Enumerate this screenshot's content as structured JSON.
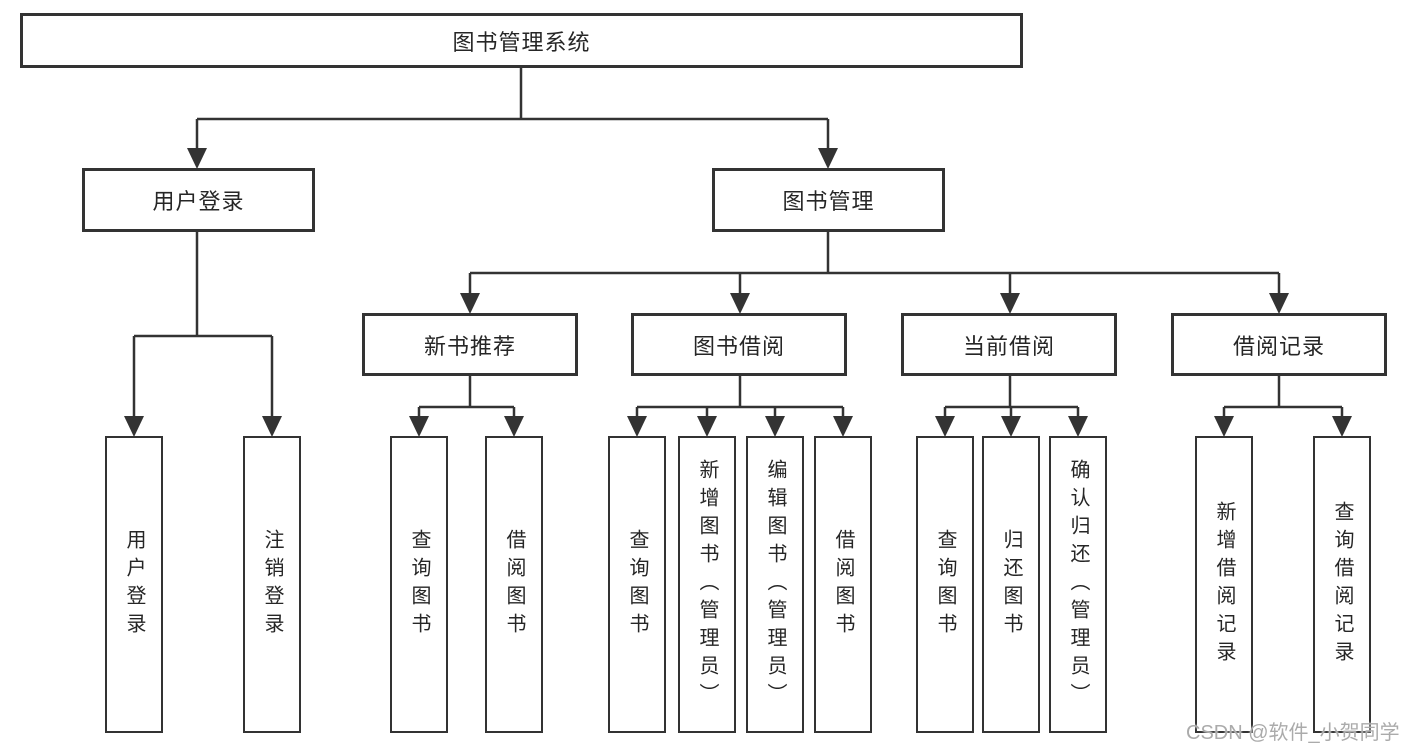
{
  "root": {
    "label": "图书管理系统"
  },
  "branches": [
    {
      "label": "用户登录",
      "children": [
        "用户登录",
        "注销登录"
      ]
    },
    {
      "label": "图书管理",
      "sections": [
        {
          "label": "新书推荐",
          "children": [
            "查询图书",
            "借阅图书"
          ]
        },
        {
          "label": "图书借阅",
          "children": [
            "查询图书",
            "新增图书（管理员）",
            "编辑图书（管理员）",
            "借阅图书"
          ]
        },
        {
          "label": "当前借阅",
          "children": [
            "查询图书",
            "归还图书",
            "确认归还（管理员）"
          ]
        },
        {
          "label": "借阅记录",
          "children": [
            "新增借阅记录",
            "查询借阅记录"
          ]
        }
      ]
    }
  ],
  "watermark": "CSDN @软件_小贺同学",
  "colors": {
    "line": "#333333",
    "border": "#333333",
    "text": "#262626",
    "watermark": "#ababab",
    "background": "#ffffff"
  }
}
